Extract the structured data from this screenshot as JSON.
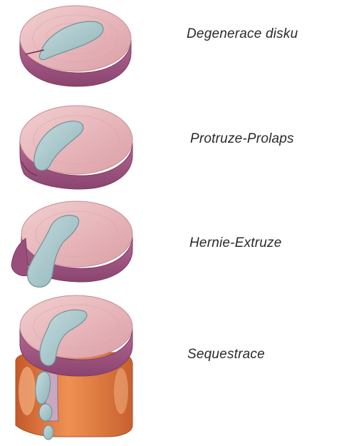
{
  "stages": [
    {
      "label": "Degenerace disku"
    },
    {
      "label": "Protruze-Prolaps"
    },
    {
      "label": "Hernie-Extruze"
    },
    {
      "label": "Sequestrace"
    }
  ],
  "colors": {
    "disc_top": "#e8b8bb",
    "disc_side": "#a4567f",
    "disc_side_dark": "#7d3d63",
    "nucleus": "#a9c7cb",
    "nucleus_edge": "#6f9297",
    "vertebra": "#e07a3e",
    "vertebra_dark": "#b4552a",
    "nerve": "#c9a7c0"
  }
}
